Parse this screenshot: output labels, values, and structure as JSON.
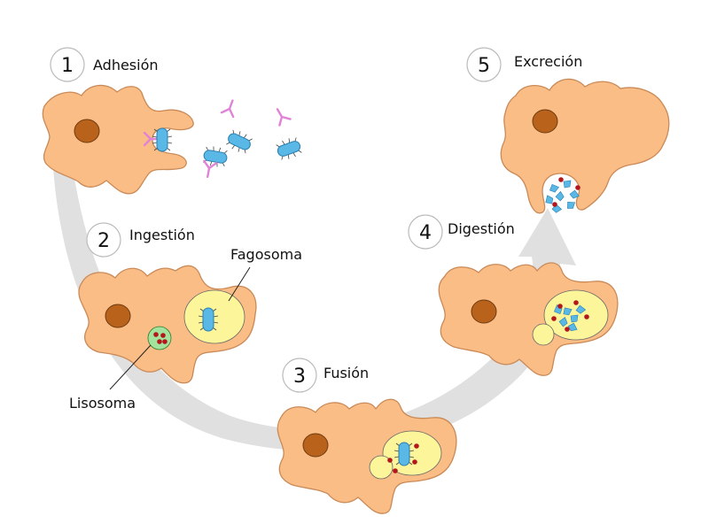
{
  "colors": {
    "cell": "#fbbd86",
    "cell_stroke": "#c98a58",
    "nucleus": "#b8621b",
    "bacterium": "#5ab8e6",
    "antibody": "#e083d6",
    "vacuole": "#fcf59a",
    "lysosome": "#a3e39e",
    "enzyme": "#b3171b",
    "arrow": "#e0e0e0"
  },
  "steps": [
    {
      "number": "1",
      "label": "Adhesión"
    },
    {
      "number": "2",
      "label": "Ingestión"
    },
    {
      "number": "3",
      "label": "Fusión"
    },
    {
      "number": "4",
      "label": "Digestión"
    },
    {
      "number": "5",
      "label": "Excreción"
    }
  ],
  "callouts": {
    "phagosome": "Fagosoma",
    "lysosome": "Lisosoma"
  }
}
